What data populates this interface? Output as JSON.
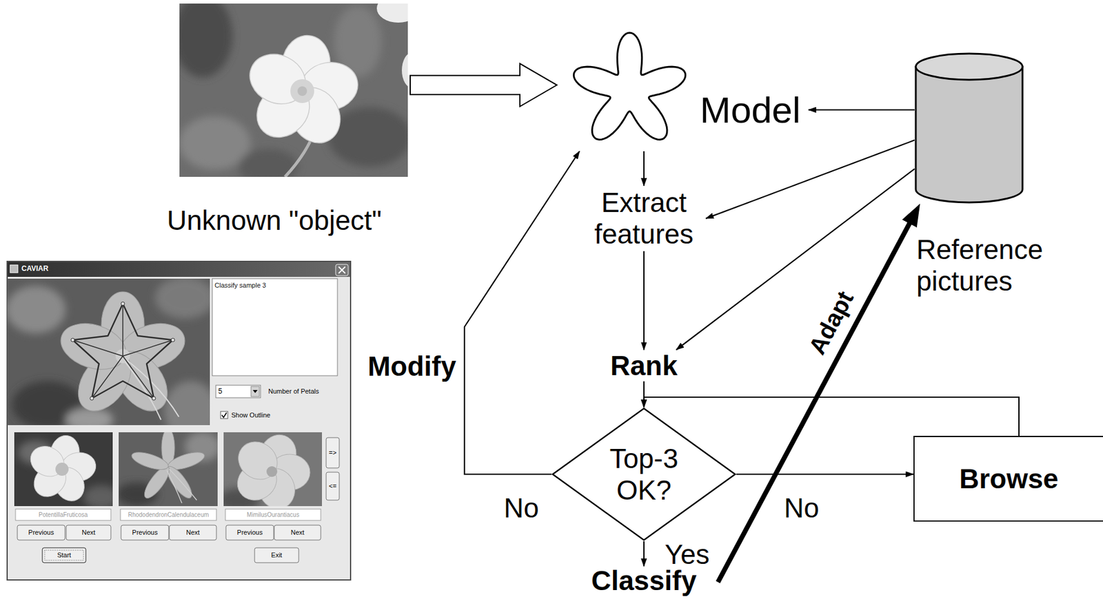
{
  "diagram": {
    "nodes": [
      {
        "text": [
          "Unknown \"object\""
        ]
      },
      {
        "text": [
          "Model"
        ]
      },
      {
        "text": [
          "Reference pictures"
        ]
      },
      {
        "text": [
          "Extract features"
        ]
      },
      {
        "text": [
          "Rank"
        ]
      },
      {
        "text": [
          "Top-3 OK?"
        ]
      },
      {
        "text": [
          "Browse"
        ]
      },
      {
        "text": [
          "Classify"
        ]
      }
    ],
    "edges": [
      {
        "from": 0,
        "to": 1,
        "arrow": "to"
      },
      {
        "from": 2,
        "to": 1,
        "arrow": "to"
      },
      {
        "from": 1,
        "to": 3,
        "arrow": "to"
      },
      {
        "from": 2,
        "to": 3,
        "arrow": "to"
      },
      {
        "from": 3,
        "to": 4,
        "arrow": "to"
      },
      {
        "from": 2,
        "to": 4,
        "arrow": "to"
      },
      {
        "from": 4,
        "to": 5,
        "arrow": "to"
      },
      {
        "from": 5,
        "to": 1,
        "label": "Modify",
        "arrow": "to"
      },
      {
        "from": 5,
        "to": 6,
        "label": "No",
        "arrow": "to"
      },
      {
        "from": 6,
        "to": 5,
        "arrow": "to"
      },
      {
        "from": 5,
        "to": 7,
        "label": "Yes",
        "arrow": "to"
      },
      {
        "from": 7,
        "to": 2,
        "label": "Adapt",
        "arrow": "to"
      }
    ],
    "labels": [
      "No",
      "CAVIAR",
      "Classify sample 3",
      "5",
      "Number of Petals",
      "Show Outline",
      "PotentillaFruticosa",
      "RhododendronCalendulaceum",
      "MimilusOurantiacus",
      "Previous",
      "Next",
      "Previous",
      "Next",
      "Previous",
      "Next",
      "=>",
      "<=",
      "Start",
      "Exit"
    ]
  }
}
